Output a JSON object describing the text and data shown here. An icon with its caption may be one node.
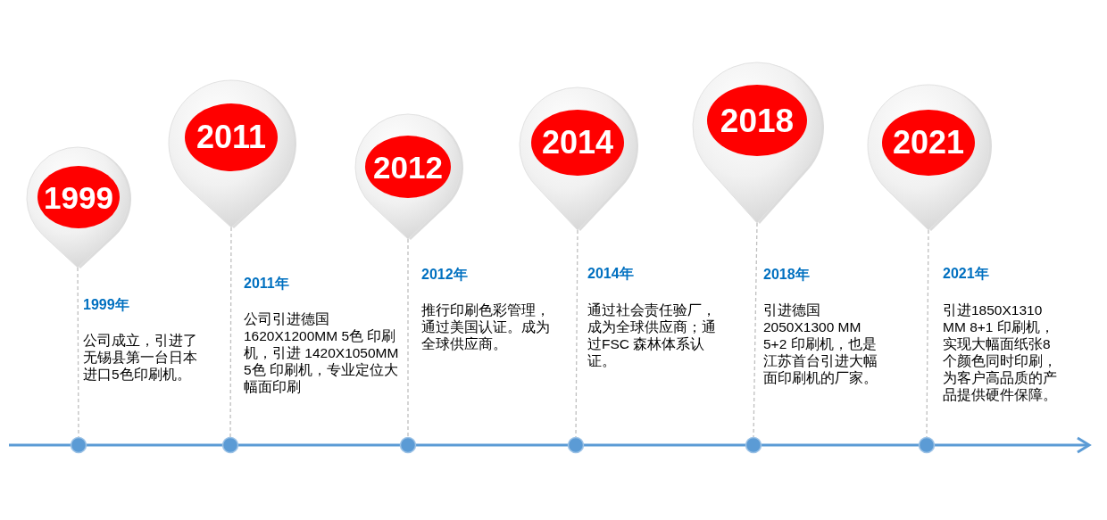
{
  "diagram": {
    "nodes": [
      {
        "text": [
          "1999"
        ],
        "beside": [
          "1999年",
          "公司成立，引进了无锡县第一台日本进口5色印刷机。"
        ]
      },
      {
        "text": [
          "2011"
        ],
        "beside": [
          "2011年",
          "公司引进德国1620X1200MM 5色 印刷机，引进 1420X1050MM 5色 印刷机，专业定位大幅面印刷"
        ]
      },
      {
        "text": [
          "2012"
        ],
        "beside": [
          "2012年",
          "推行印刷色彩管理，通过美国认证。成为全球供应商。"
        ]
      },
      {
        "text": [
          "2014"
        ],
        "beside": [
          "2014年",
          "通过社会责任验厂，成为全球供应商；通过FSC 森林体系认证。"
        ]
      },
      {
        "text": [
          "2018"
        ],
        "beside": [
          "2018年",
          "引进德国2050X1300 MM 5+2 印刷机，也是江苏首台引进大幅面印刷机的厂家。"
        ]
      },
      {
        "text": [
          "2021"
        ],
        "beside": [
          "2021年",
          "引进1850X1310 MM 8+1 印刷机，实现大幅面纸张8个颜色同时印刷，为客户高品质的产品提供硬件保障。"
        ]
      },
      {
        "text": [],
        "shape": "circle"
      },
      {
        "text": [],
        "shape": "circle"
      },
      {
        "text": [],
        "shape": "circle"
      },
      {
        "text": [],
        "shape": "circle"
      },
      {
        "text": [],
        "shape": "circle"
      },
      {
        "text": [],
        "shape": "circle"
      }
    ],
    "edges": [
      {
        "from": 0,
        "to": 6,
        "arrow": "none",
        "style": "dashed"
      },
      {
        "from": 1,
        "to": 7,
        "arrow": "none",
        "style": "dashed"
      },
      {
        "from": 2,
        "to": 8,
        "arrow": "none",
        "style": "dashed"
      },
      {
        "from": 3,
        "to": 9,
        "arrow": "none",
        "style": "dashed"
      },
      {
        "from": 4,
        "to": 10,
        "arrow": "none",
        "style": "dashed"
      },
      {
        "from": 5,
        "to": 11,
        "arrow": "none",
        "style": "dashed"
      }
    ]
  }
}
